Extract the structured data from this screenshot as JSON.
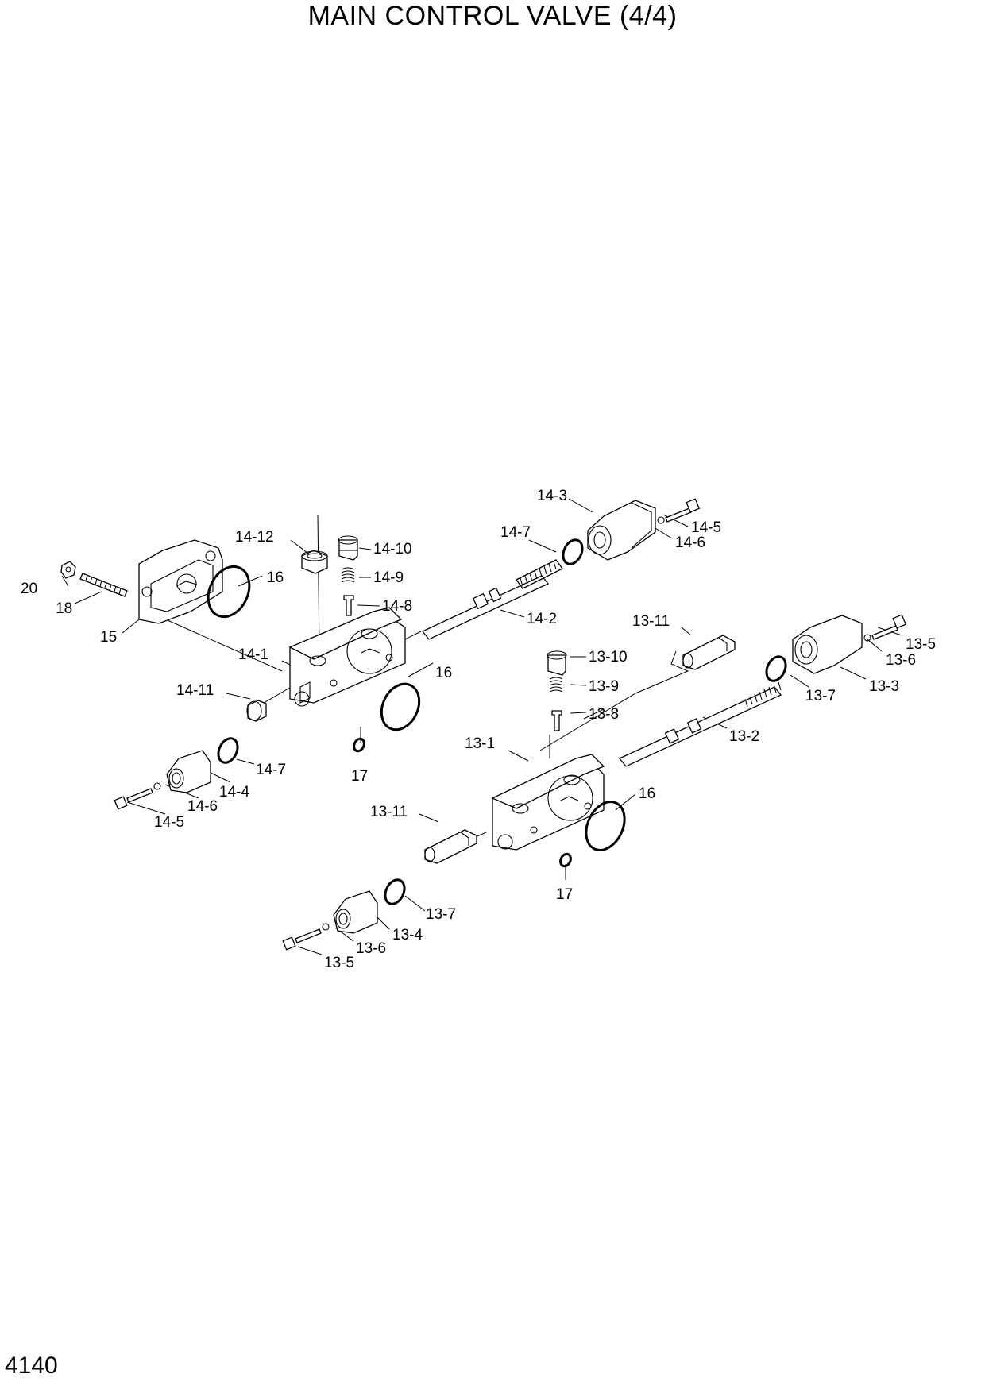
{
  "header": {
    "title": "MAIN CONTROL VALVE (4/4)"
  },
  "footer": {
    "page_number": "4140"
  },
  "labels": {
    "p20": "20",
    "p18": "18",
    "p15": "15",
    "p16a": "16",
    "p14_12": "14-12",
    "p14_10": "14-10",
    "p14_9": "14-9",
    "p14_8": "14-8",
    "p14_3": "14-3",
    "p14_7a": "14-7",
    "p14_5a": "14-5",
    "p14_6a": "14-6",
    "p14_2": "14-2",
    "p14_1": "14-1",
    "p14_11": "14-11",
    "p16b": "16",
    "p17a": "17",
    "p14_7b": "14-7",
    "p14_4": "14-4",
    "p14_6b": "14-6",
    "p14_5b": "14-5",
    "p13_11a": "13-11",
    "p13_10": "13-10",
    "p13_9": "13-9",
    "p13_8": "13-8",
    "p13_5a": "13-5",
    "p13_6a": "13-6",
    "p13_3": "13-3",
    "p13_7a": "13-7",
    "p13_2": "13-2",
    "p13_1": "13-1",
    "p16c": "16",
    "p13_11b": "13-11",
    "p17b": "17",
    "p13_7b": "13-7",
    "p13_4": "13-4",
    "p13_6b": "13-6",
    "p13_5b": "13-5"
  }
}
